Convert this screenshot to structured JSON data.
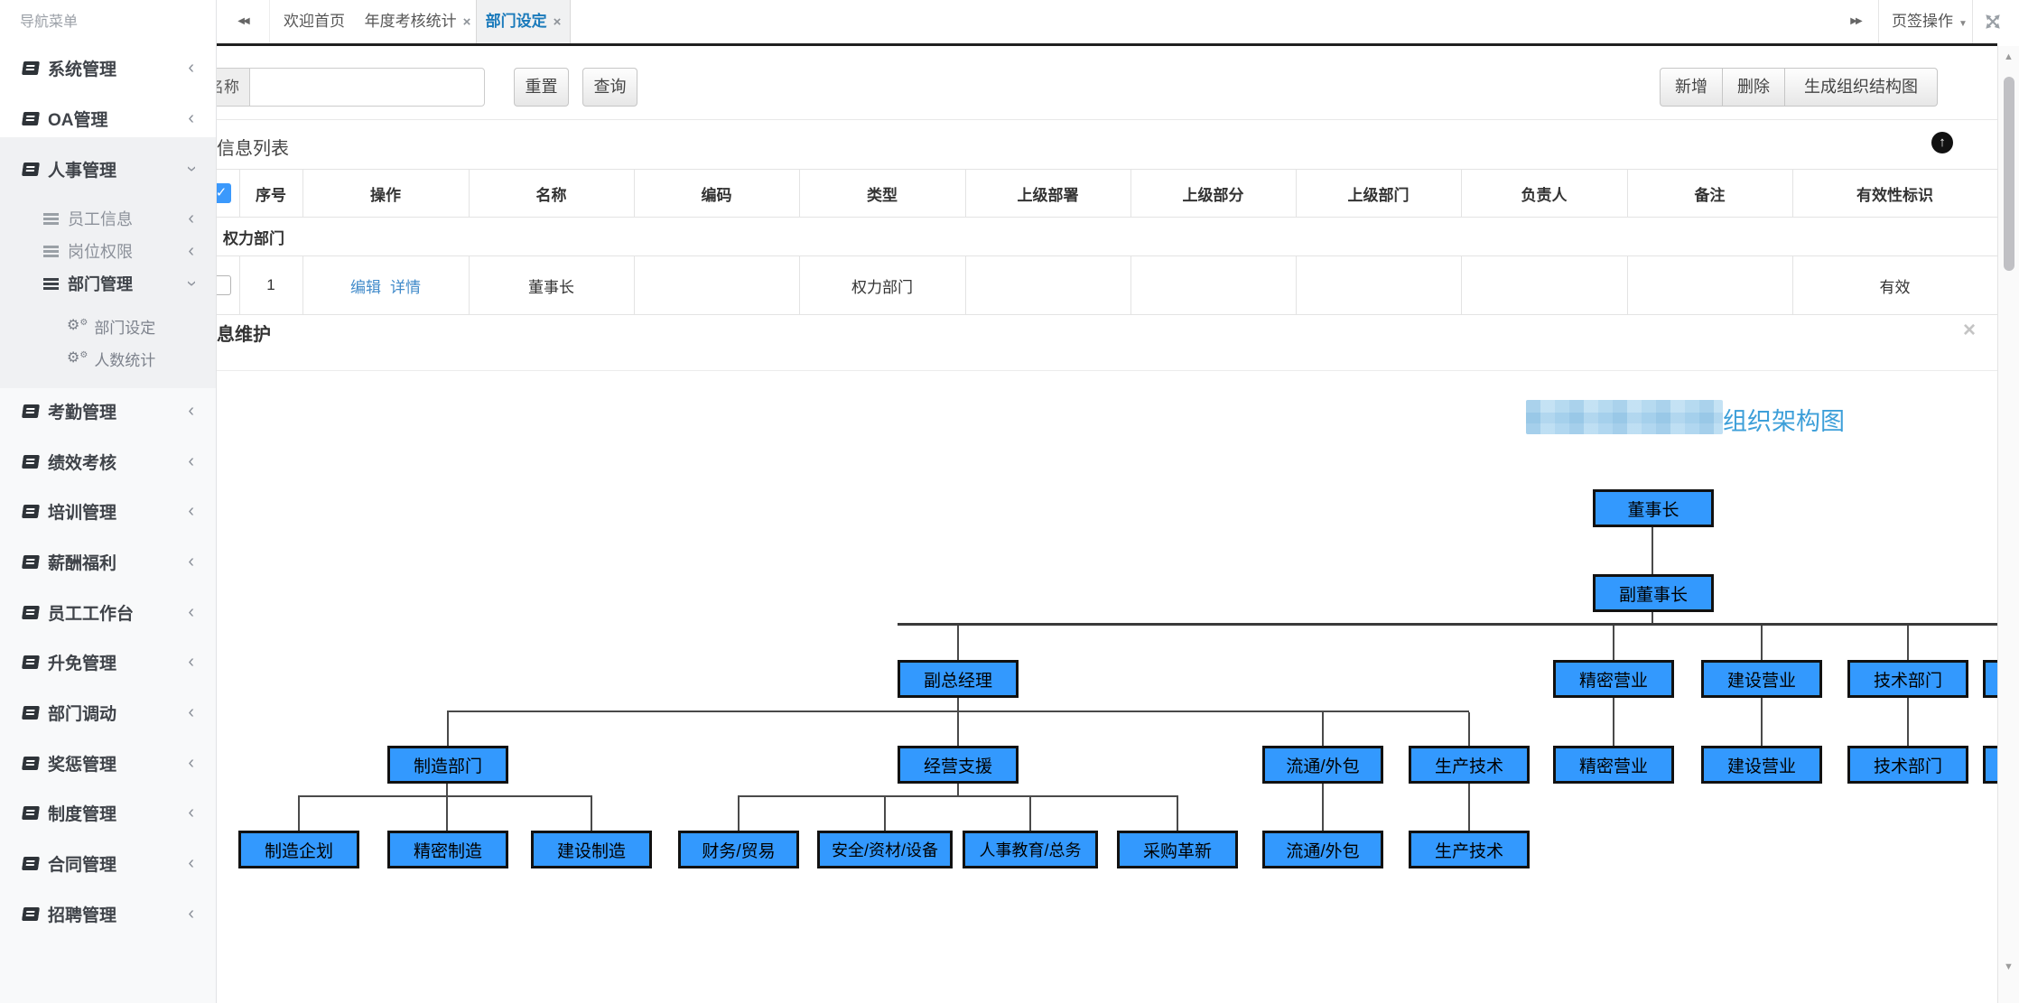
{
  "sidebar": {
    "header": "导航菜单",
    "items": [
      {
        "label": "系统管理"
      },
      {
        "label": "OA管理"
      },
      {
        "label": "人事管理"
      },
      {
        "label": "考勤管理"
      },
      {
        "label": "绩效考核"
      },
      {
        "label": "培训管理"
      },
      {
        "label": "薪酬福利"
      },
      {
        "label": "员工工作台"
      },
      {
        "label": "升免管理"
      },
      {
        "label": "部门调动"
      },
      {
        "label": "奖惩管理"
      },
      {
        "label": "制度管理"
      },
      {
        "label": "合同管理"
      },
      {
        "label": "招聘管理"
      }
    ],
    "sub_items": [
      {
        "label": "员工信息"
      },
      {
        "label": "岗位权限"
      },
      {
        "label": "部门管理"
      }
    ],
    "leaf_items": [
      {
        "label": "部门设定"
      },
      {
        "label": "人数统计"
      }
    ]
  },
  "tabbar": {
    "tabs": [
      {
        "label": "欢迎首页"
      },
      {
        "label": "年度考核统计"
      },
      {
        "label": "部门设定"
      }
    ],
    "ops_menu": "页签操作"
  },
  "toolbar": {
    "search_label": "名称",
    "search_value": "",
    "reset_button": "重置",
    "query_button": "查询",
    "add_button": "新增",
    "delete_button": "删除",
    "generate_button": "生成组织结构图"
  },
  "list_panel": {
    "title": "部门信息列表",
    "columns": [
      "",
      "序号",
      "操作",
      "名称",
      "编码",
      "类型",
      "上级部署",
      "上级部分",
      "上级部门",
      "负责人",
      "备注",
      "有效性标识"
    ],
    "group_row": "权力部门",
    "row": {
      "seq": "1",
      "edit_link": "编辑",
      "detail_link": "详情",
      "name": "董事长",
      "code": "",
      "type": "权力部门",
      "parent_dept_1": "",
      "parent_dept_2": "",
      "parent_dept_3": "",
      "manager": "",
      "remark": "",
      "validity": "有效"
    }
  },
  "detail_panel": {
    "title": "部门信息维护"
  },
  "org_chart": {
    "title_text": "组织架构图",
    "boxes": [
      {
        "label": "董事长"
      },
      {
        "label": "副董事长"
      },
      {
        "label": "副总经理"
      },
      {
        "label": "精密营业"
      },
      {
        "label": "建设营业"
      },
      {
        "label": "技术部门"
      },
      {
        "label": ""
      },
      {
        "label": "制造部门"
      },
      {
        "label": "经营支援"
      },
      {
        "label": "流通/外包"
      },
      {
        "label": "生产技术"
      },
      {
        "label": "精密营业"
      },
      {
        "label": "建设营业"
      },
      {
        "label": "技术部门"
      },
      {
        "label": ""
      },
      {
        "label": "制造企划"
      },
      {
        "label": "精密制造"
      },
      {
        "label": "建设制造"
      },
      {
        "label": "财务/贸易"
      },
      {
        "label": "安全/资材/设备"
      },
      {
        "label": "人事教育/总务"
      },
      {
        "label": "采购革新"
      },
      {
        "label": "流通/外包"
      },
      {
        "label": "生产技术"
      }
    ],
    "colors": {
      "node_fill": "#3399fe",
      "node_border": "#111111",
      "connector": "#4a4a4a",
      "title_blue": "#3d9fd9"
    }
  },
  "colors": {
    "active_tab_blue": "#1a7abb",
    "link_blue": "#428bca",
    "checkbox_blue": "#3b99fc"
  },
  "icons": {
    "chevron": "‹",
    "close": "×",
    "tab_scroll_left": "◀◀",
    "tab_scroll_right": "▶▶",
    "caret_down": "▼",
    "panel_collapse_arrow": "↑",
    "scroll_up": "▲",
    "scroll_down": "▼",
    "gear": "⚙",
    "check": "✓"
  }
}
